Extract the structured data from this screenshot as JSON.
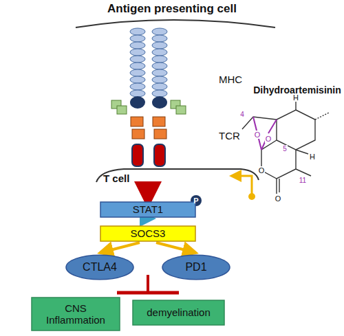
{
  "diagram": {
    "nodes": [
      {
        "text": [
          "STAT1"
        ]
      },
      {
        "text": [
          "SOCS3"
        ]
      },
      {
        "text": [
          "CTLA4"
        ]
      },
      {
        "text": [
          "PD1"
        ]
      },
      {
        "text": [
          "CNS Inflammation"
        ]
      },
      {
        "text": [
          "demyelination"
        ]
      }
    ],
    "edges": [
      {
        "from": 0,
        "to": 1,
        "arrow": "to"
      },
      {
        "from": 1,
        "to": 2,
        "arrow": "to"
      },
      {
        "from": 1,
        "to": 3,
        "arrow": "to"
      }
    ],
    "labels": [
      "Antigen presenting cell",
      "MHC",
      "TCR",
      "T cell",
      "P",
      "Dihydroartemisinin",
      "H",
      "H",
      "4",
      "5",
      "11",
      "O",
      "O",
      "O",
      "O"
    ]
  }
}
